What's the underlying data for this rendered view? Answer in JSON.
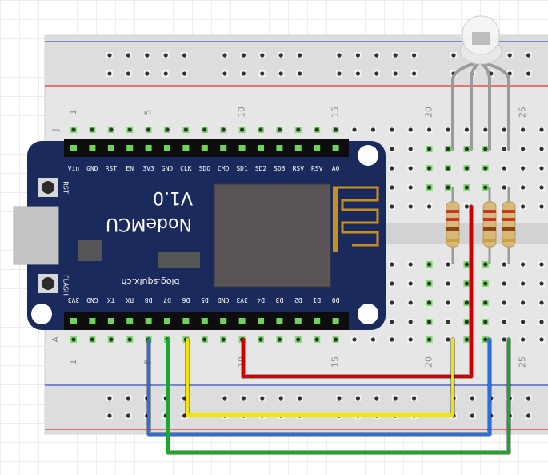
{
  "breadboard": {
    "row_label_top": "J",
    "row_label_bottom": "A",
    "col_numbers": [
      "1",
      "5",
      "10",
      "15",
      "20",
      "25"
    ],
    "col_positions": [
      1,
      5,
      10,
      15,
      20,
      25
    ]
  },
  "board": {
    "model_text": "NodeMCU",
    "version_text": "V1.0",
    "url_text": "blog.squix.ch",
    "rst_text": "RST",
    "flash_text": "FLASH",
    "top_pins": [
      "Vin",
      "GND",
      "RST",
      "EN",
      "3V3",
      "GND",
      "CLK",
      "SDO",
      "CMD",
      "SD1",
      "SD2",
      "SD3",
      "RSV",
      "RSV",
      "A0"
    ],
    "bottom_pins": [
      "3V3",
      "GND",
      "TX",
      "RX",
      "D8",
      "D7",
      "D6",
      "D5",
      "GND",
      "3V3",
      "D4",
      "D3",
      "D2",
      "D1",
      "D0"
    ]
  },
  "colors": {
    "board_blue": "#1b2a5c",
    "rail_red": "#e0332f",
    "rail_blue": "#3355cc",
    "wire_red": "#cc0000",
    "wire_yellow": "#f2e600",
    "wire_blue": "#2a6fdb",
    "wire_green": "#1aa82a",
    "led_leg": "#9a9a9a"
  }
}
